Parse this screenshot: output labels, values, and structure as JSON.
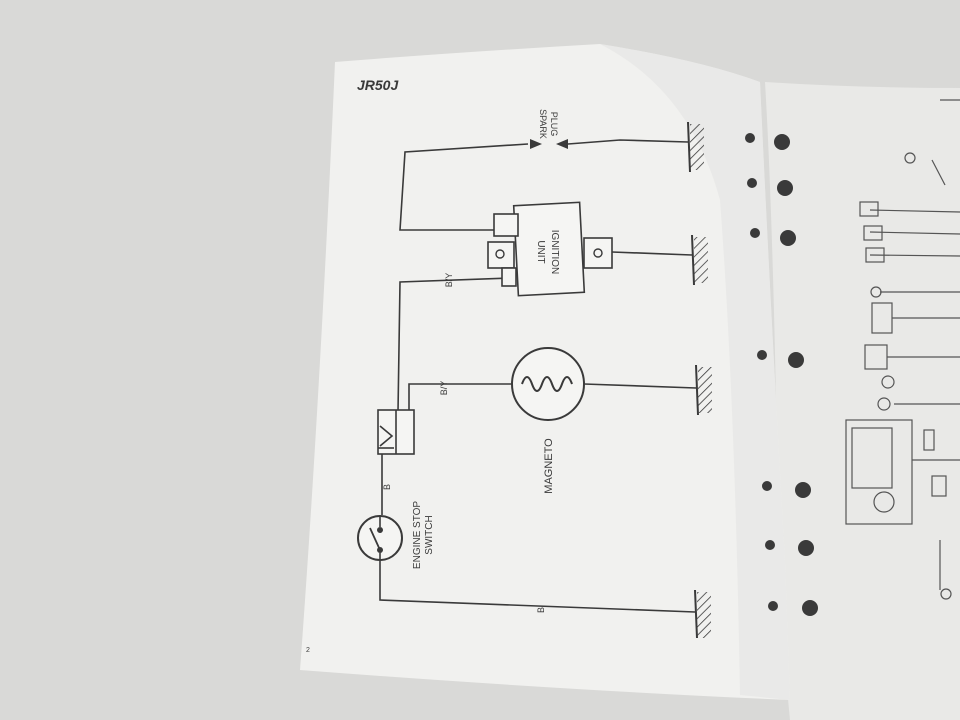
{
  "manual": {
    "model_code": "JR50J",
    "page_number": "2"
  },
  "diagram": {
    "components": {
      "spark_plug": [
        "SPARK",
        "PLUG"
      ],
      "ignition_unit": [
        "IGNITION",
        "UNIT"
      ],
      "magneto": "MAGNETO",
      "engine_stop_switch": [
        "ENGINE STOP",
        "SWITCH"
      ]
    },
    "wires": {
      "ignition_to_switch": "B/Y",
      "magneto_to_switch": "B/Y",
      "switch_lead": "B",
      "switch_to_ground": "B"
    }
  },
  "colors": {
    "background": "#d9d9d7",
    "paper": "#f1f1ef",
    "ink": "#3a3a3a"
  }
}
